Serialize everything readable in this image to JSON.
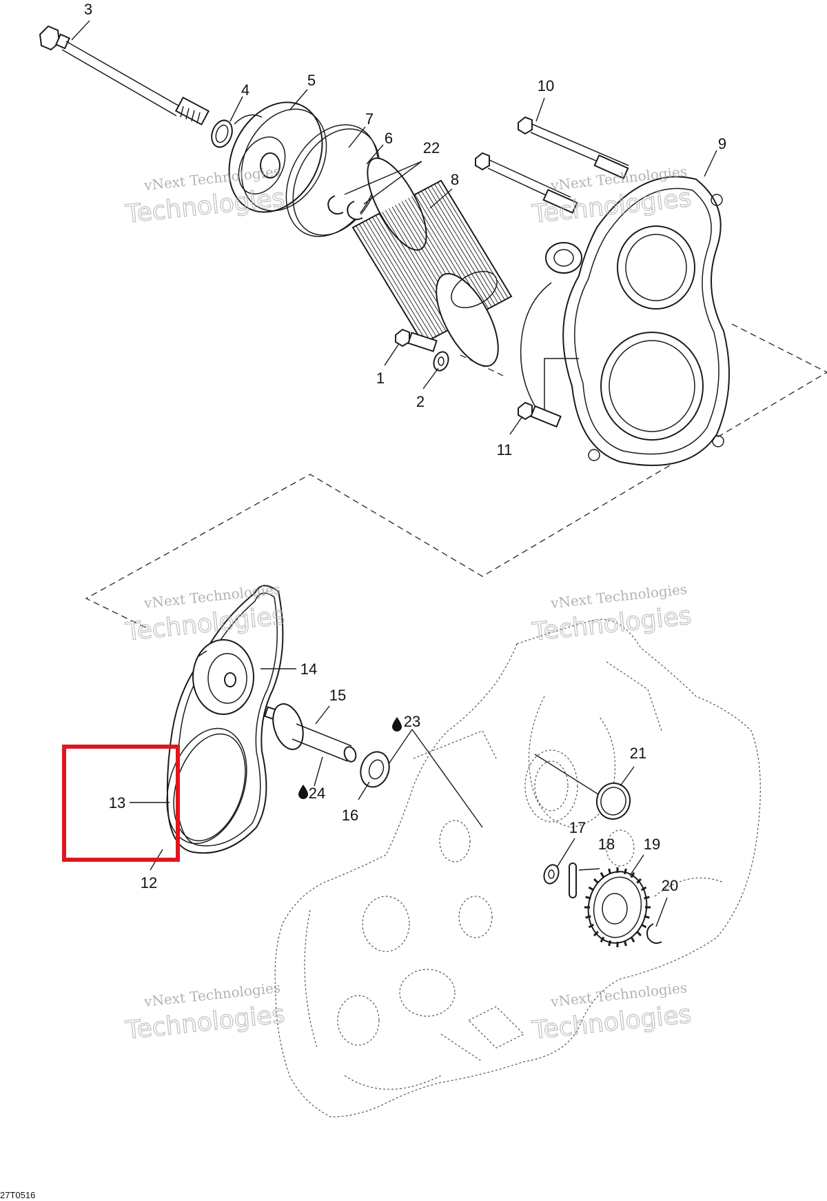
{
  "callouts": [
    {
      "id": "3",
      "label": "3"
    },
    {
      "id": "4",
      "label": "4"
    },
    {
      "id": "5",
      "label": "5"
    },
    {
      "id": "7",
      "label": "7"
    },
    {
      "id": "6",
      "label": "6"
    },
    {
      "id": "22",
      "label": "22"
    },
    {
      "id": "8",
      "label": "8"
    },
    {
      "id": "10",
      "label": "10"
    },
    {
      "id": "9",
      "label": "9"
    },
    {
      "id": "1",
      "label": "1"
    },
    {
      "id": "2",
      "label": "2"
    },
    {
      "id": "11",
      "label": "11"
    },
    {
      "id": "14",
      "label": "14"
    },
    {
      "id": "15",
      "label": "15"
    },
    {
      "id": "23",
      "label": "23"
    },
    {
      "id": "21",
      "label": "21"
    },
    {
      "id": "13",
      "label": "13"
    },
    {
      "id": "24",
      "label": "24"
    },
    {
      "id": "16",
      "label": "16"
    },
    {
      "id": "17",
      "label": "17"
    },
    {
      "id": "18",
      "label": "18"
    },
    {
      "id": "19",
      "label": "19"
    },
    {
      "id": "12",
      "label": "12"
    },
    {
      "id": "20",
      "label": "20"
    }
  ],
  "watermarks": [
    {
      "line1": "vNext Technologies",
      "line2": "Technologies"
    },
    {
      "line1": "vNext Technologies",
      "line2": "Technologies"
    },
    {
      "line1": "vNext Technologies",
      "line2": "Technologies"
    },
    {
      "line1": "vNext Technologies",
      "line2": "Technologies"
    },
    {
      "line1": "vNext Technologies",
      "line2": "Technologies"
    },
    {
      "line1": "vNext Technologies",
      "line2": "Technologies"
    }
  ],
  "drawing_code": "27T0516",
  "highlight": {
    "target_callout": "13",
    "color": "#e0161f"
  }
}
